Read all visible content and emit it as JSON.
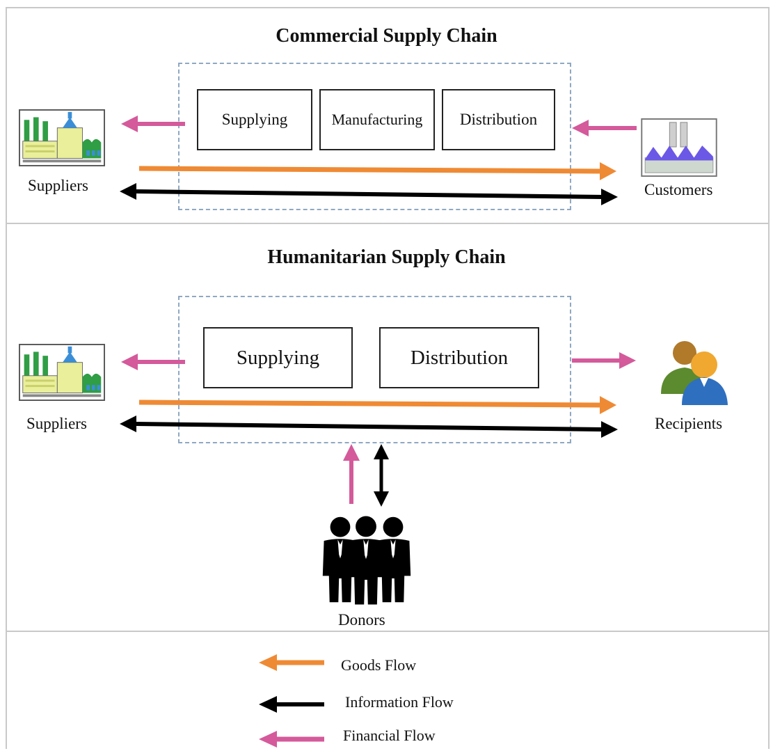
{
  "commercial": {
    "title": "Commercial Supply Chain",
    "steps": [
      "Supplying",
      "Manufacturing",
      "Distribution"
    ],
    "left_label": "Suppliers",
    "right_label": "Customers"
  },
  "humanitarian": {
    "title": "Humanitarian Supply Chain",
    "steps": [
      "Supplying",
      "Distribution"
    ],
    "left_label": "Suppliers",
    "right_label": "Recipients",
    "bottom_label": "Donors"
  },
  "legend": {
    "goods": "Goods Flow",
    "information": "Information Flow",
    "financial": "Financial Flow"
  },
  "colors": {
    "goods": "#ef8a34",
    "information": "#000000",
    "financial": "#d45a9b"
  }
}
